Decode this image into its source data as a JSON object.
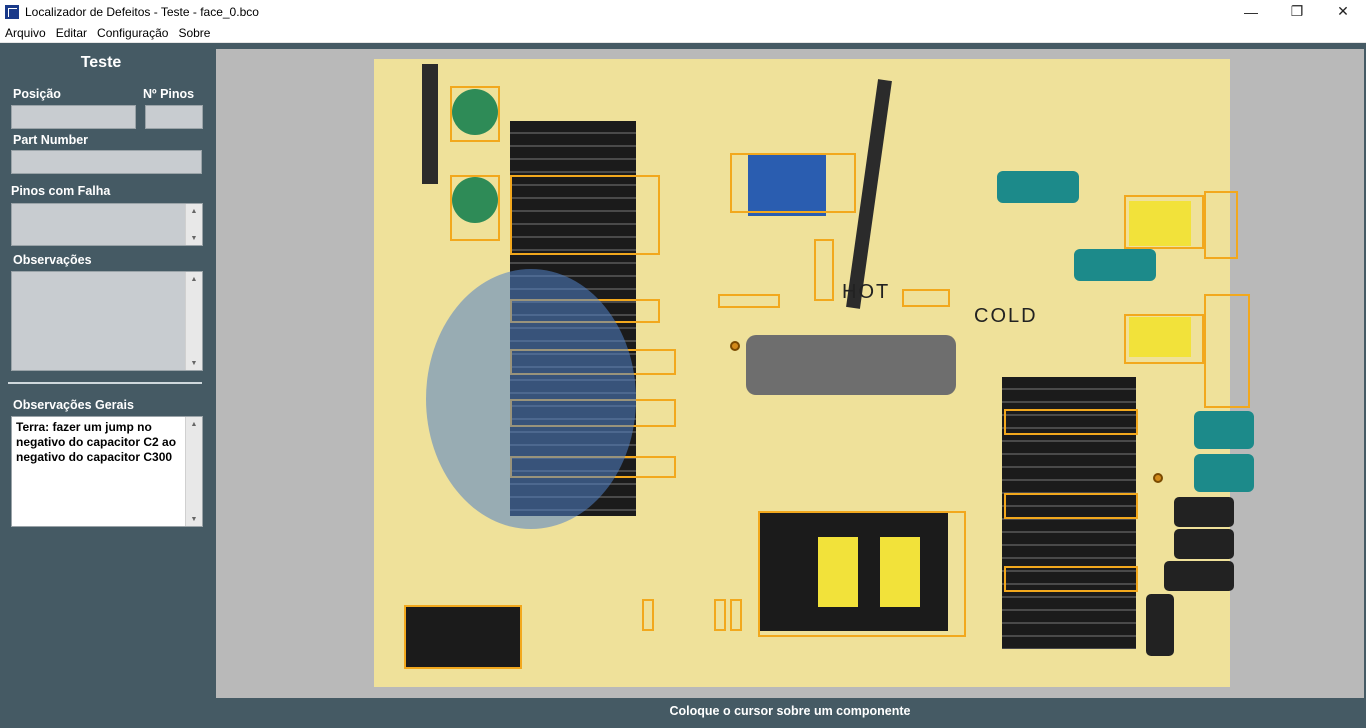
{
  "window": {
    "title": "Localizador de Defeitos - Teste - face_0.bco",
    "minimize_glyph": "—",
    "maximize_glyph": "❐",
    "close_glyph": "✕"
  },
  "menu": [
    "Arquivo",
    "Editar",
    "Configuração",
    "Sobre"
  ],
  "panel": {
    "title": "Teste",
    "posicao_label": "Posição",
    "posicao_value": "",
    "npinos_label": "Nº Pinos",
    "npinos_value": "",
    "part_number_label": "Part Number",
    "part_number_value": "",
    "pinos_falha_label": "Pinos com Falha",
    "pinos_falha_value": "",
    "observacoes_label": "Observações",
    "observacoes_value": "",
    "obs_gerais_label": "Observações Gerais",
    "obs_gerais_value": "Terra: fazer um jump no negativo do capacitor C2 ao negativo do capacitor C300"
  },
  "board": {
    "hot_label": "HOT",
    "cold_label": "COLD"
  },
  "status": "Coloque o cursor sobre um componente",
  "colors": {
    "panel_bg": "#455a64",
    "highlight": "#f2a81d",
    "board": "#efe19a"
  }
}
